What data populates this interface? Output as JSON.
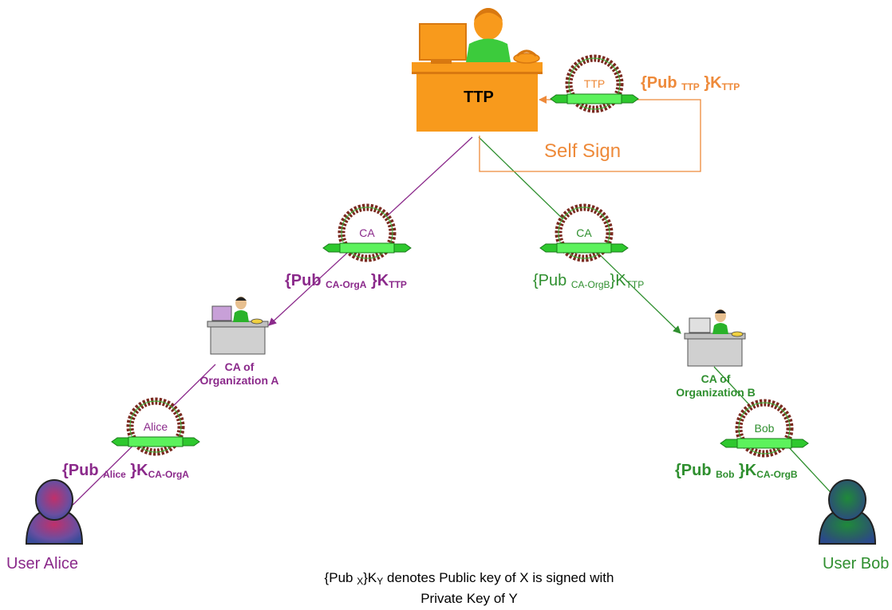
{
  "ttp": {
    "label": "TTP"
  },
  "self_sign": {
    "label": "Self Sign"
  },
  "seals": {
    "ttp": "TTP",
    "ca_left": "CA",
    "ca_right": "CA",
    "alice": "Alice",
    "bob": "Bob"
  },
  "certs": {
    "ttp": {
      "open": "{Pub ",
      "sub": "TTP",
      "mid": " }K",
      "key": "TTP"
    },
    "ca_a": {
      "open": "{Pub ",
      "sub": "CA-OrgA",
      "mid": " }K",
      "key": "TTP"
    },
    "ca_b": {
      "open": "{Pub ",
      "sub": "CA-OrgB",
      "mid": "}K",
      "key": "TTP"
    },
    "alice": {
      "open": "{Pub ",
      "sub": "Alice",
      "mid": " }K",
      "key": "CA-OrgA"
    },
    "bob": {
      "open": "{Pub ",
      "sub": "Bob",
      "mid": " }K",
      "key": "CA-OrgB"
    }
  },
  "ca_a_label": {
    "line1": "CA of",
    "line2": "Organization A"
  },
  "ca_b_label": {
    "line1": "CA of",
    "line2": "Organization B"
  },
  "users": {
    "alice": "User Alice",
    "bob": "User Bob"
  },
  "legend": {
    "open": "{Pub ",
    "sub_x": "X",
    "mid": "}K",
    "sub_y": "Y",
    "text1": " denotes Public key of X is signed with",
    "text2": "Private Key of Y"
  },
  "colors": {
    "purple": "#8b2a8b",
    "green": "#2f8f2f",
    "orange": "#ee8a3a",
    "ttp_desk": "#f89a1c"
  }
}
